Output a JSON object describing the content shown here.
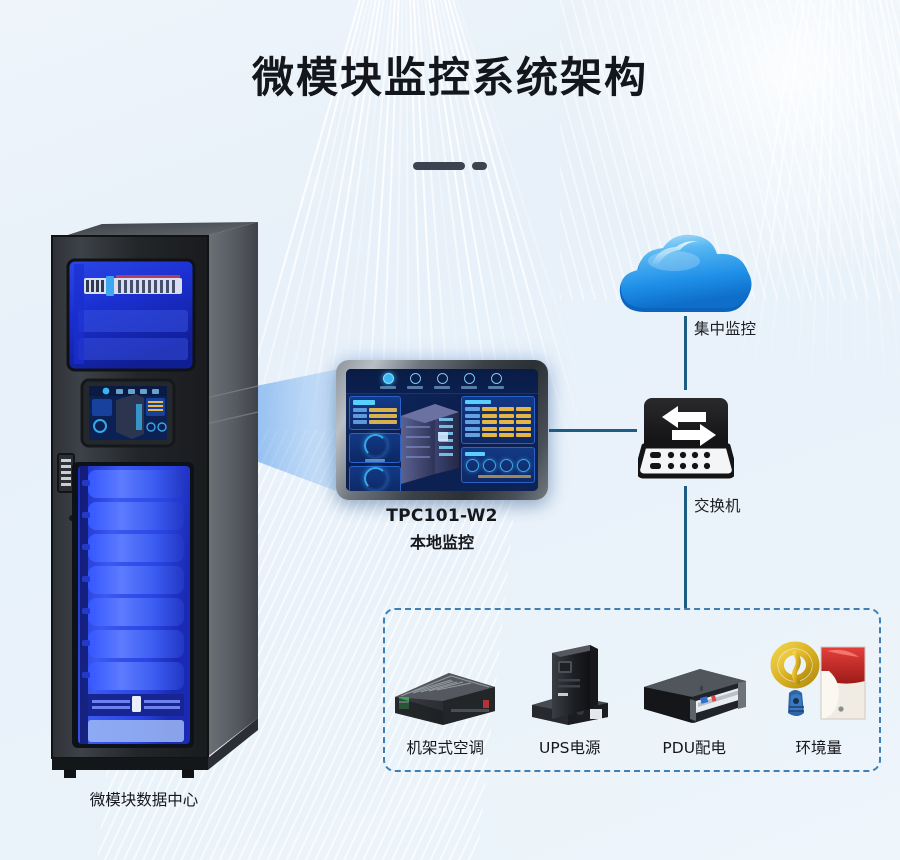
{
  "page": {
    "title": "微模块监控系统架构",
    "background_color": "#eaf2fa",
    "accent_line_color": "#1d5c85",
    "dashed_border_color": "#3f7fb5"
  },
  "divider": {
    "icon": "divider-dash-dot"
  },
  "nodes": {
    "cloud": {
      "label": "集中监控",
      "icon": "cloud-icon",
      "color": "#2f9bf0"
    },
    "switch": {
      "label": "交换机",
      "icon": "network-switch-icon",
      "color": "#1c1c1c"
    },
    "hmi": {
      "model": "TPC101-W2",
      "role": "本地监控",
      "icon": "industrial-panel-pc-icon",
      "screen": {
        "toolbar_icons": [
          "home-icon",
          "alarm-icon",
          "report-icon",
          "device-icon",
          "settings-icon"
        ],
        "left_panel": "status-table",
        "center": "server-rack-3d",
        "right_panel": "measurement-table",
        "gauges": 2,
        "indicator_count": 4
      }
    },
    "cabinet": {
      "label": "微模块数据中心",
      "icon": "micro-module-cabinet-icon"
    }
  },
  "devices": [
    {
      "name": "机架式空调",
      "icon": "rack-air-conditioner-icon"
    },
    {
      "name": "UPS电源",
      "icon": "ups-power-icon"
    },
    {
      "name": "PDU配电",
      "icon": "pdu-distribution-icon"
    },
    {
      "name": "环境量",
      "icon": "environment-sensor-icon"
    }
  ]
}
